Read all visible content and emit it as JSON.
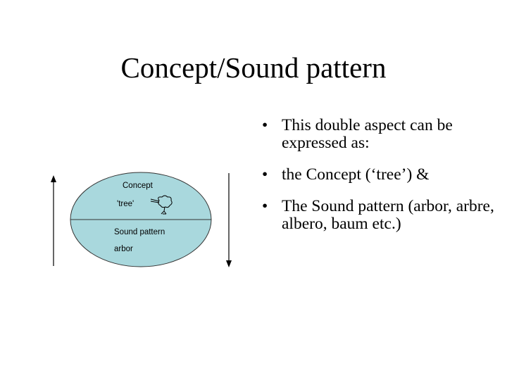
{
  "title": "Concept/Sound pattern",
  "bullets": [
    "This double aspect can be expressed as:",
    "the Concept (‘tree’) &",
    "The Sound pattern (arbor, arbre, albero, baum etc.)"
  ],
  "bullet_glyph": "•",
  "diagram": {
    "top_label": "Concept",
    "top_value": "'tree'",
    "bottom_label": "Sound pattern",
    "bottom_value": "arbor",
    "fill_color": "#a9d8dd"
  }
}
